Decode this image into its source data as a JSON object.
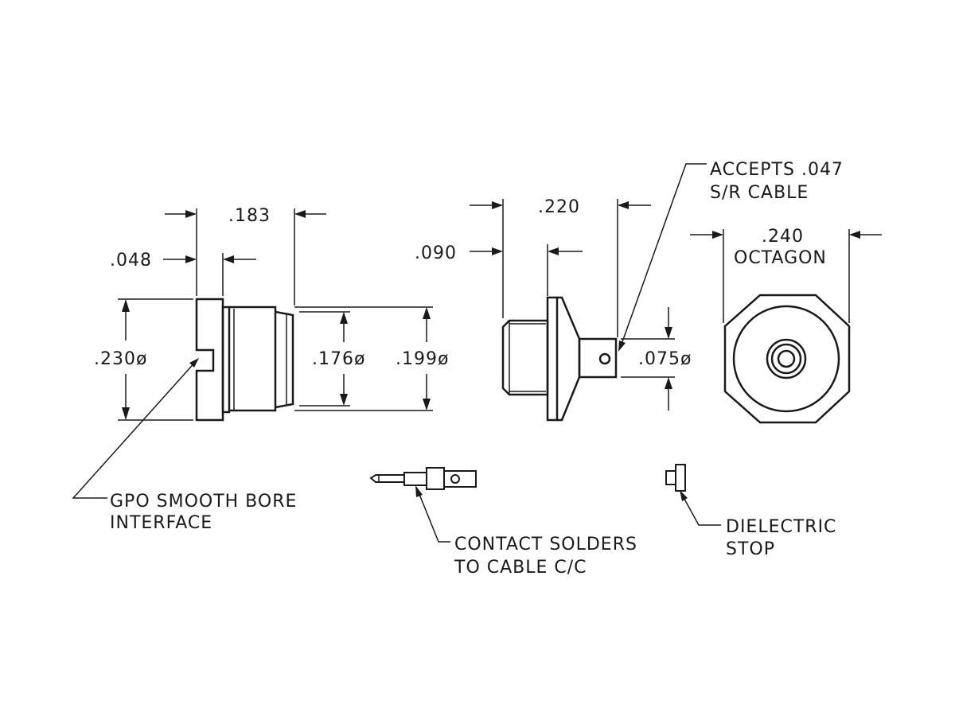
{
  "dimensions": {
    "d048": ".048",
    "d183": ".183",
    "d230": ".230ø",
    "d176": ".176ø",
    "d199": ".199ø",
    "d090": ".090",
    "d220": ".220",
    "d075": ".075ø",
    "d240": ".240",
    "octagon": "OCTAGON"
  },
  "callouts": {
    "accepts_line1": "ACCEPTS .047",
    "accepts_line2": "S/R CABLE",
    "gpo_line1": "GPO SMOOTH BORE",
    "gpo_line2": "INTERFACE",
    "contact_line1": "CONTACT SOLDERS",
    "contact_line2": "TO CABLE C/C",
    "dielectric_line1": "DIELECTRIC",
    "dielectric_line2": "STOP"
  }
}
